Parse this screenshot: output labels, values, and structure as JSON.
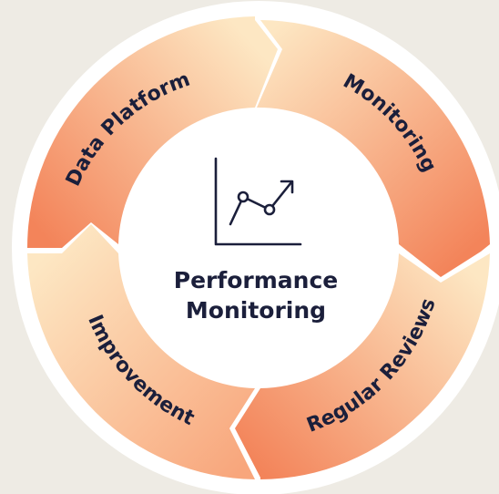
{
  "diagram": {
    "center": {
      "icon": "line-chart-icon",
      "title_lines": [
        "Performance",
        "Monitoring"
      ]
    },
    "segments": [
      {
        "label": "Data Platform"
      },
      {
        "label": "Monitoring"
      },
      {
        "label": "Regular Reviews"
      },
      {
        "label": "Improvement"
      }
    ],
    "colors": {
      "background": "#eeebe4",
      "ring_outer": "#ffffff",
      "segment_light": "#fde7c3",
      "segment_dark": "#f3845a",
      "text": "#1b1f3b"
    }
  }
}
